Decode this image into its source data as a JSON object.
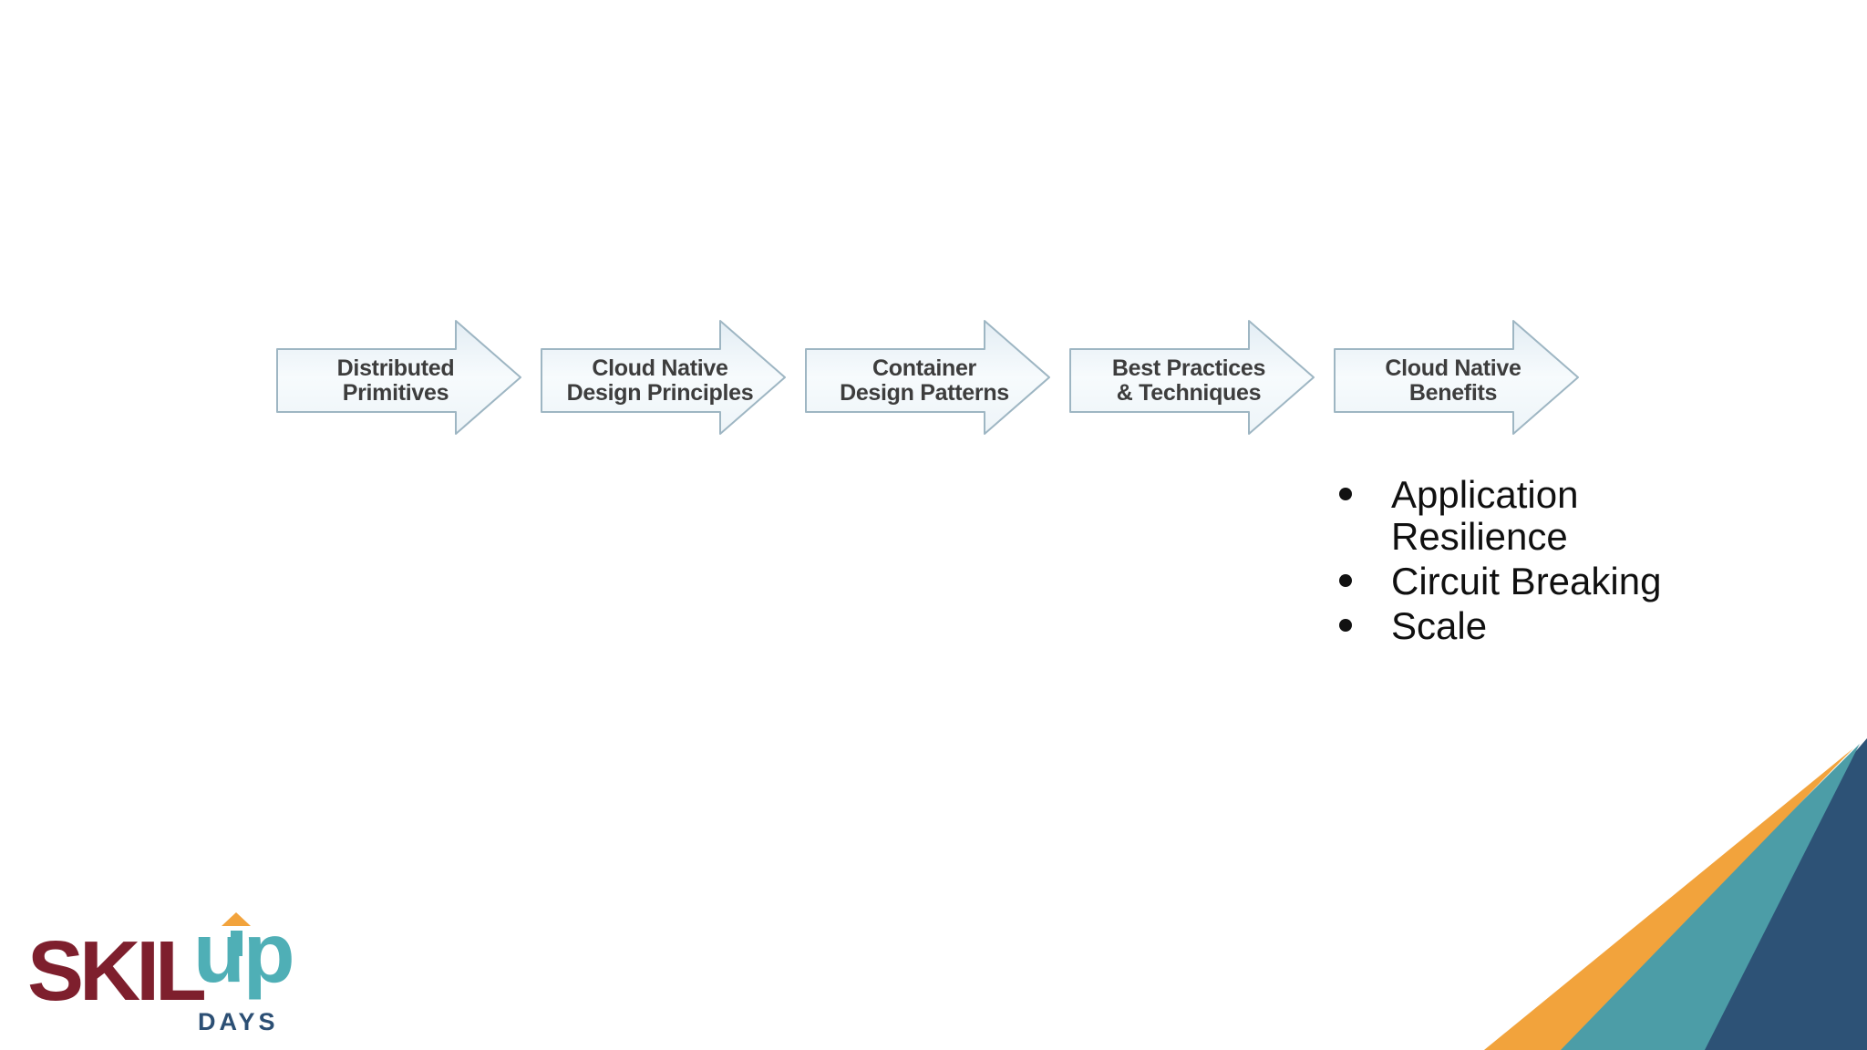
{
  "colors": {
    "accent-orange": "#F2A33C",
    "accent-teal": "#4C9DA7",
    "accent-blue": "#2D5276",
    "logo-maroon": "#7E1F2D",
    "logo-teal": "#4FAFB6",
    "logo-days-blue": "#2C4F74",
    "arrow-border": "#9EB6C3",
    "arrow-fill-top": "#E3EDF4",
    "arrow-fill-bottom": "#F7FBFD",
    "text-dark": "#3D3D3D"
  },
  "process_flow": {
    "steps": [
      {
        "line1": "Distributed",
        "line2": "Primitives"
      },
      {
        "line1": "Cloud Native",
        "line2": "Design Principles"
      },
      {
        "line1": "Container",
        "line2": "Design Patterns"
      },
      {
        "line1": "Best Practices",
        "line2": "& Techniques"
      },
      {
        "line1": "Cloud Native",
        "line2": "Benefits"
      }
    ]
  },
  "benefits": {
    "items": [
      {
        "lines": [
          "Application",
          "Resilience"
        ]
      },
      {
        "lines": [
          "Circuit Breaking"
        ]
      },
      {
        "lines": [
          "Scale"
        ]
      }
    ]
  },
  "logo": {
    "skil": "SKIL",
    "up": "up",
    "days": "DAYS"
  }
}
